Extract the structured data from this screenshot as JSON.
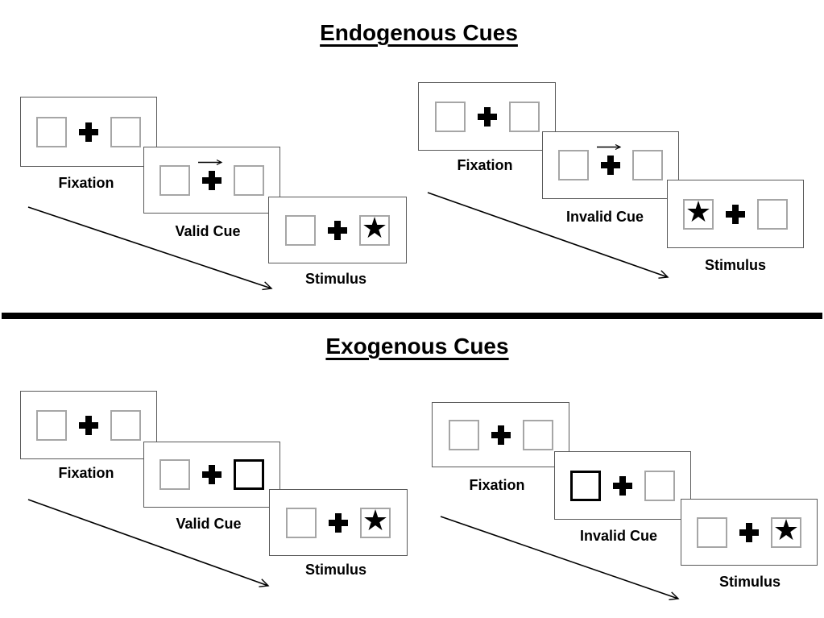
{
  "diagram": {
    "sections": [
      {
        "title": "Endogenous Cues",
        "trials": [
          {
            "validity": "valid",
            "labels": {
              "fixation": "Fixation",
              "cue": "Valid Cue",
              "stimulus": "Stimulus"
            },
            "cue": {
              "type": "central-arrow",
              "direction": "right"
            },
            "stimulus_side": "right"
          },
          {
            "validity": "invalid",
            "labels": {
              "fixation": "Fixation",
              "cue": "Invalid Cue",
              "stimulus": "Stimulus"
            },
            "cue": {
              "type": "central-arrow",
              "direction": "right"
            },
            "stimulus_side": "left"
          }
        ]
      },
      {
        "title": "Exogenous Cues",
        "trials": [
          {
            "validity": "valid",
            "labels": {
              "fixation": "Fixation",
              "cue": "Valid Cue",
              "stimulus": "Stimulus"
            },
            "cue": {
              "type": "box-highlight",
              "side": "right"
            },
            "stimulus_side": "right"
          },
          {
            "validity": "invalid",
            "labels": {
              "fixation": "Fixation",
              "cue": "Invalid Cue",
              "stimulus": "Stimulus"
            },
            "cue": {
              "type": "box-highlight",
              "side": "left"
            },
            "stimulus_side": "right"
          }
        ]
      }
    ],
    "glyphs": {
      "star": "★"
    },
    "colors": {
      "ink": "#000000",
      "panel_border": "#595959",
      "box_border": "#a6a6a6",
      "background": "#ffffff"
    }
  }
}
